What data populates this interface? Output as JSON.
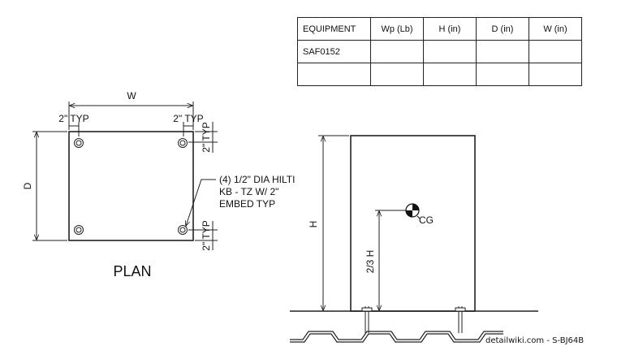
{
  "table": {
    "headers": [
      "EQUIPMENT",
      "Wp (Lb)",
      "H (in)",
      "D (in)",
      "W (in)"
    ],
    "rows": [
      [
        "SAF0152",
        "",
        "",
        "",
        ""
      ],
      [
        "",
        "",
        "",
        "",
        ""
      ]
    ]
  },
  "plan": {
    "width_label": "W",
    "depth_label": "D",
    "edge_top_left": "2\" TYP",
    "edge_top_right": "2\" TYP",
    "edge_right_top": "2\" TYP",
    "edge_right_bottom": "2\" TYP",
    "anchor_note": [
      "(4) 1/2\" DIA HILTI",
      "KB - TZ W/ 2\"",
      "EMBED TYP"
    ],
    "title": "PLAN"
  },
  "elevation": {
    "height_label": "H",
    "cg_height_label": "2/3 H",
    "cg_label": "CG"
  },
  "watermark": "detailwiki.com - S-BJ64B"
}
